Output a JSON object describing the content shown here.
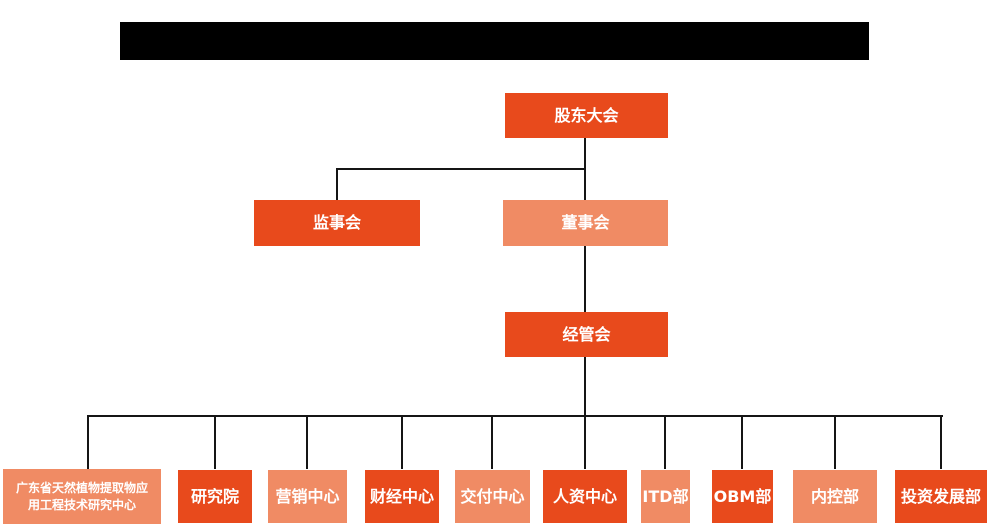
{
  "org": {
    "root": {
      "label": "股东大会"
    },
    "level2": [
      {
        "label": "监事会"
      },
      {
        "label": "董事会"
      }
    ],
    "level3": {
      "label": "经管会"
    },
    "departments": [
      {
        "label": "广东省天然植物提取物应用工程技术研究中心"
      },
      {
        "label": "研究院"
      },
      {
        "label": "营销中心"
      },
      {
        "label": "财经中心"
      },
      {
        "label": "交付中心"
      },
      {
        "label": "人资中心"
      },
      {
        "label": "ITD部"
      },
      {
        "label": "OBM部"
      },
      {
        "label": "内控部"
      },
      {
        "label": "投资发展部"
      }
    ]
  },
  "colors": {
    "primary": "#E84A1C",
    "secondary": "#F08B64",
    "line": "#151515",
    "redaction": "#000000",
    "node-text": "#FFFFFF",
    "background": "#FFFFFF"
  }
}
